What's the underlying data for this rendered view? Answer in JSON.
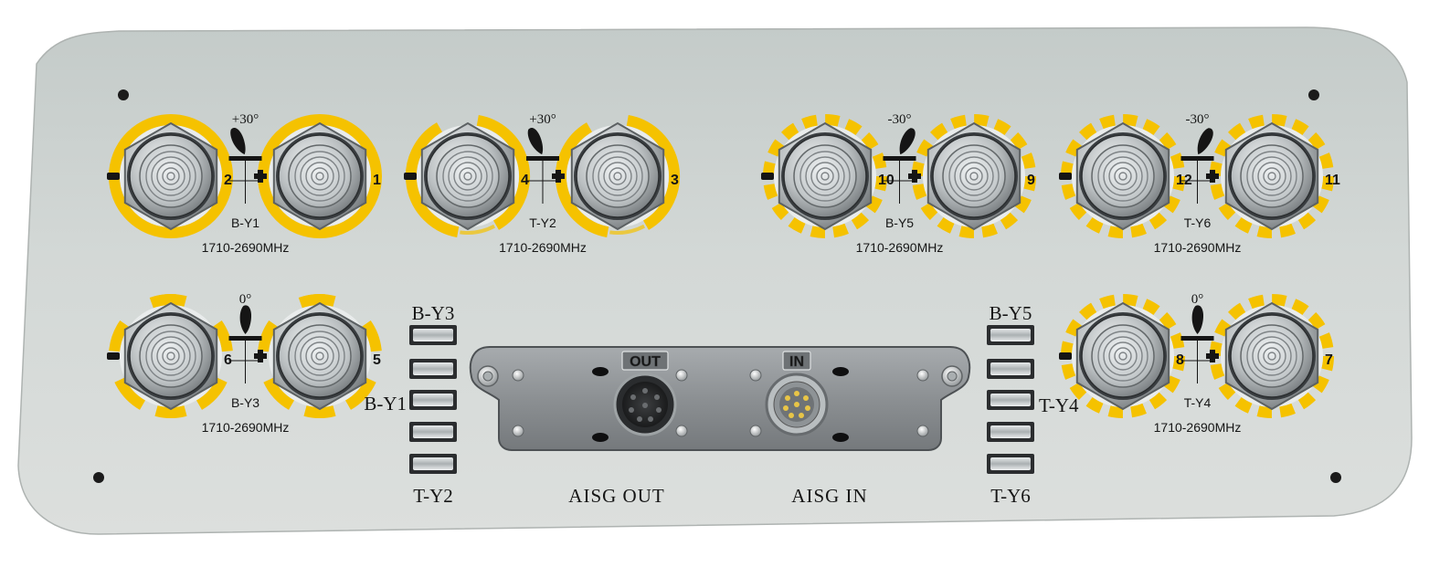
{
  "colors": {
    "panel": "#cdd3d1",
    "ring": "#f5c200",
    "steel": "#c9ced0",
    "plate": "#8d9194",
    "text": "#151515"
  },
  "port_groups": [
    {
      "id": "by1",
      "angle": "+30°",
      "tilt": "right",
      "minus_port": "2",
      "plus_port": "1",
      "name": "B-Y1",
      "band": "1710-2690MHz",
      "ring_style": "full"
    },
    {
      "id": "ty2",
      "angle": "+30°",
      "tilt": "right",
      "minus_port": "4",
      "plus_port": "3",
      "name": "T-Y2",
      "band": "1710-2690MHz",
      "ring_style": "half"
    },
    {
      "id": "by5",
      "angle": "-30°",
      "tilt": "left",
      "minus_port": "10",
      "plus_port": "9",
      "name": "B-Y5",
      "band": "1710-2690MHz",
      "ring_style": "dashed"
    },
    {
      "id": "ty6",
      "angle": "-30°",
      "tilt": "left",
      "minus_port": "12",
      "plus_port": "11",
      "name": "T-Y6",
      "band": "1710-2690MHz",
      "ring_style": "dashed"
    },
    {
      "id": "by3",
      "angle": "0°",
      "tilt": "none",
      "minus_port": "6",
      "plus_port": "5",
      "name": "B-Y3",
      "band": "1710-2690MHz",
      "ring_style": "quarters"
    },
    {
      "id": "ty4",
      "angle": "0°",
      "tilt": "none",
      "minus_port": "8",
      "plus_port": "7",
      "name": "T-Y4",
      "band": "1710-2690MHz",
      "ring_style": "dashed"
    }
  ],
  "left_slots": {
    "top": "B-Y3",
    "middle": "B-Y1",
    "bottom": "T-Y2"
  },
  "right_slots": {
    "top": "B-Y5",
    "middle": "T-Y4",
    "bottom": "T-Y6"
  },
  "aisg": {
    "out_badge": "OUT",
    "in_badge": "IN",
    "out_label": "AISG OUT",
    "in_label": "AISG IN"
  }
}
